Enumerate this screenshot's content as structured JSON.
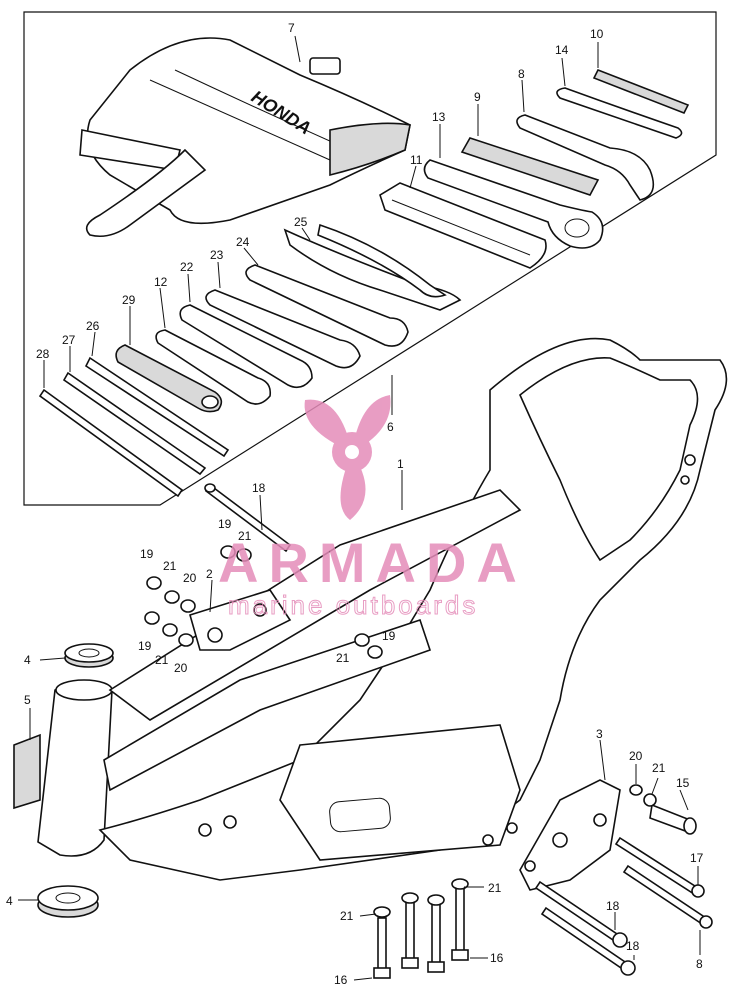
{
  "bag_text": "HONDA",
  "watermark": {
    "brand": "ARMADA",
    "tagline": "marine outboards",
    "color": "#e58cb9"
  },
  "callouts": {
    "c1": "1",
    "c2": "2",
    "c3": "3",
    "c4a": "4",
    "c4b": "4",
    "c5": "5",
    "c6": "6",
    "c7": "7",
    "c8a": "8",
    "c8b": "8",
    "c9": "9",
    "c10": "10",
    "c11": "11",
    "c12": "12",
    "c13": "13",
    "c14": "14",
    "c15": "15",
    "c16a": "16",
    "c16b": "16",
    "c17": "17",
    "c18a": "18",
    "c18b": "18",
    "c18c": "18",
    "c19a": "19",
    "c19b": "19",
    "c19c": "19",
    "c19d": "19",
    "c20a": "20",
    "c20b": "20",
    "c20c": "20",
    "c21a": "21",
    "c21b": "21",
    "c21c": "21",
    "c21d": "21",
    "c21e": "21",
    "c21f": "21",
    "c21g": "21",
    "c22": "22",
    "c23": "23",
    "c24": "24",
    "c25": "25",
    "c26": "26",
    "c27": "27",
    "c28": "28",
    "c29": "29"
  }
}
